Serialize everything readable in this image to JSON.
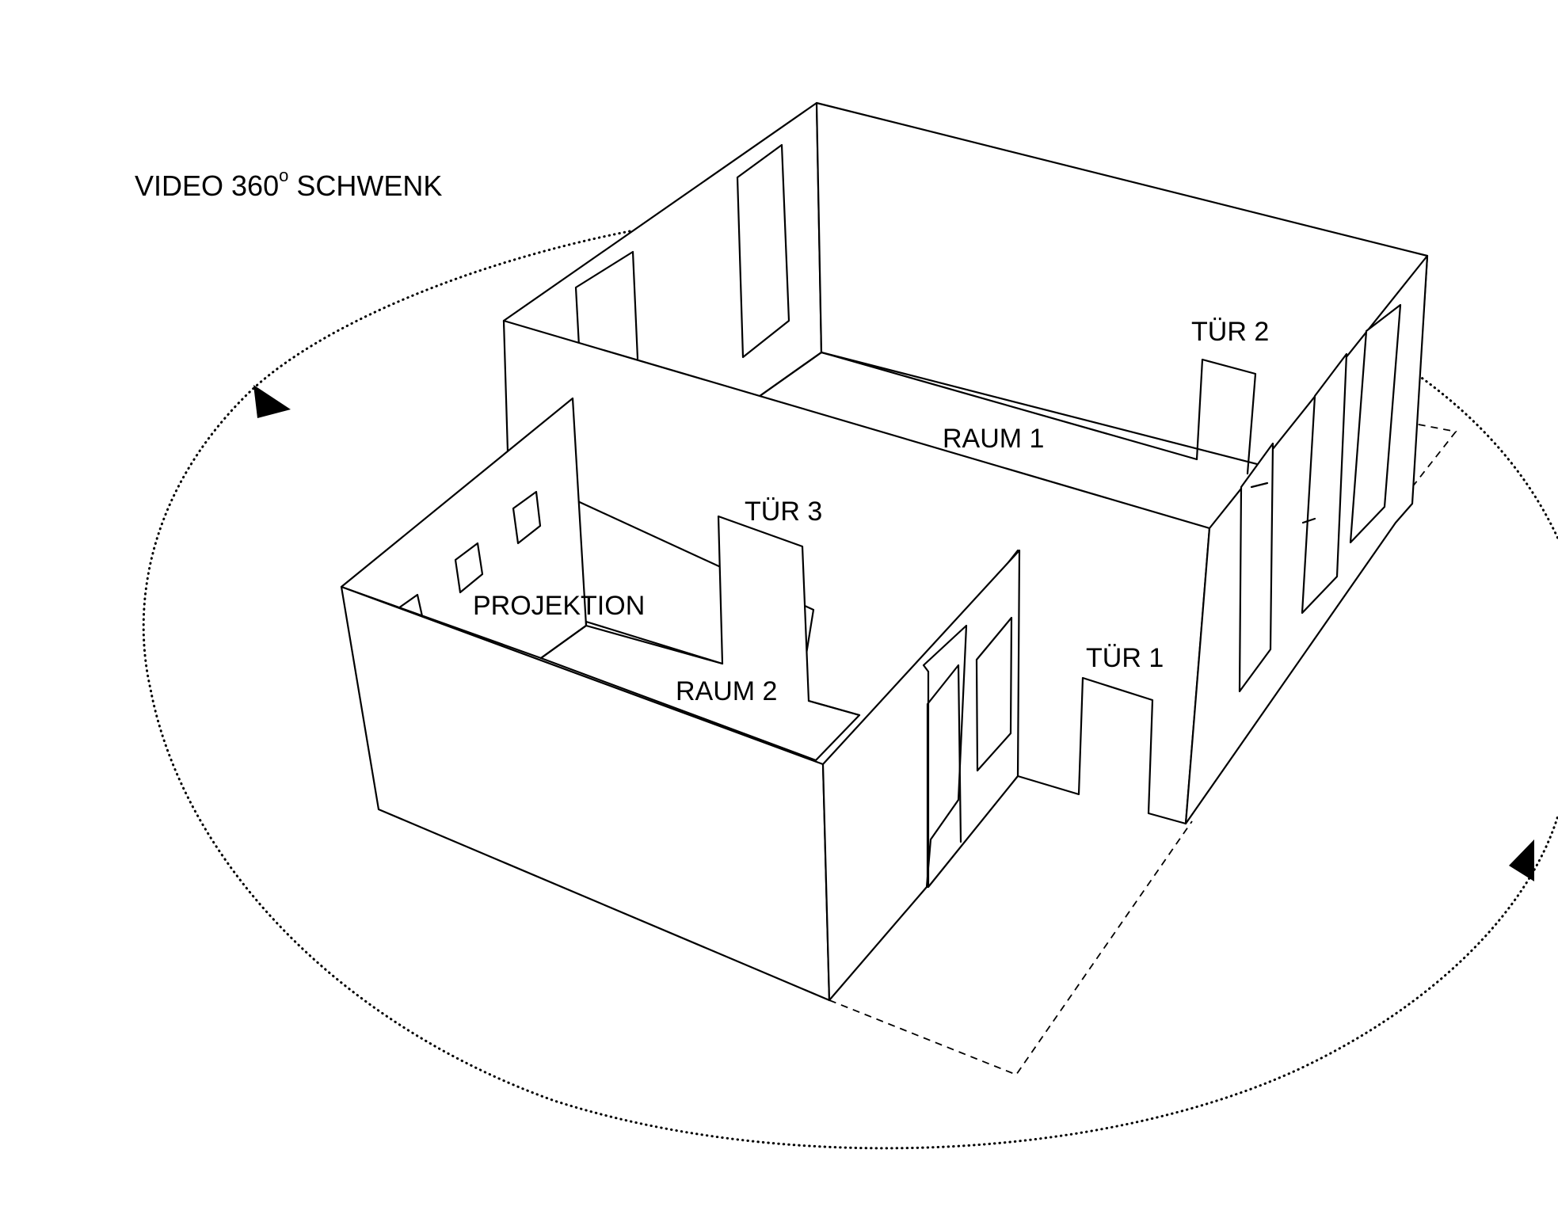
{
  "title": {
    "main": "VIDEO 360",
    "degree": "o",
    "suffix": " SCHWENK"
  },
  "labels": {
    "tuer2": "TÜR 2",
    "raum1": "RAUM 1",
    "tuer3": "TÜR 3",
    "projektion": "PROJEKTION",
    "raum2": "RAUM 2",
    "tuer1": "TÜR 1"
  },
  "colors": {
    "line": "#000000",
    "background": "#ffffff"
  }
}
